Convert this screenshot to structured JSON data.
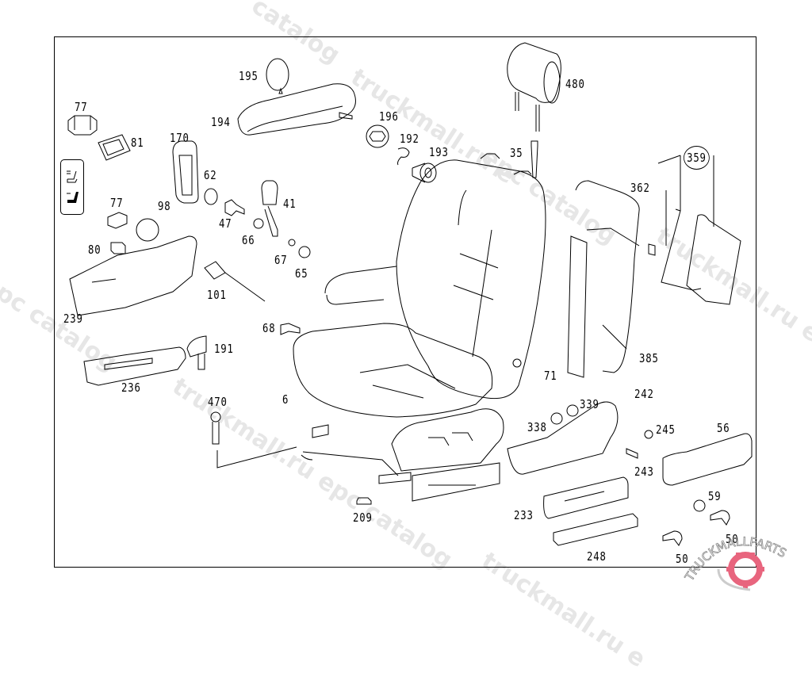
{
  "diagram": {
    "title": "Seat assembly exploded parts diagram",
    "callouts": [
      {
        "id": "77a",
        "label": "77"
      },
      {
        "id": "81",
        "label": "81"
      },
      {
        "id": "170",
        "label": "170"
      },
      {
        "id": "195",
        "label": "195"
      },
      {
        "id": "194",
        "label": "194"
      },
      {
        "id": "196",
        "label": "196"
      },
      {
        "id": "192",
        "label": "192"
      },
      {
        "id": "193",
        "label": "193"
      },
      {
        "id": "480",
        "label": "480"
      },
      {
        "id": "35",
        "label": "35"
      },
      {
        "id": "359",
        "label": "359"
      },
      {
        "id": "362",
        "label": "362"
      },
      {
        "id": "62",
        "label": "62"
      },
      {
        "id": "77b",
        "label": "77"
      },
      {
        "id": "98",
        "label": "98"
      },
      {
        "id": "47",
        "label": "47"
      },
      {
        "id": "41",
        "label": "41"
      },
      {
        "id": "66",
        "label": "66"
      },
      {
        "id": "67",
        "label": "67"
      },
      {
        "id": "65",
        "label": "65"
      },
      {
        "id": "80",
        "label": "80"
      },
      {
        "id": "101",
        "label": "101"
      },
      {
        "id": "239",
        "label": "239"
      },
      {
        "id": "68",
        "label": "68"
      },
      {
        "id": "191",
        "label": "191"
      },
      {
        "id": "236",
        "label": "236"
      },
      {
        "id": "470",
        "label": "470"
      },
      {
        "id": "6",
        "label": "6"
      },
      {
        "id": "71",
        "label": "71"
      },
      {
        "id": "385",
        "label": "385"
      },
      {
        "id": "242",
        "label": "242"
      },
      {
        "id": "339",
        "label": "339"
      },
      {
        "id": "338",
        "label": "338"
      },
      {
        "id": "245",
        "label": "245"
      },
      {
        "id": "56",
        "label": "56"
      },
      {
        "id": "243",
        "label": "243"
      },
      {
        "id": "209",
        "label": "209"
      },
      {
        "id": "233",
        "label": "233"
      },
      {
        "id": "59",
        "label": "59"
      },
      {
        "id": "50a",
        "label": "50"
      },
      {
        "id": "50b",
        "label": "50"
      },
      {
        "id": "248",
        "label": "248"
      }
    ],
    "legend_icons": [
      "seat-heating-off-icon",
      "seat-heating-on-icon"
    ]
  },
  "watermarks": {
    "site": "truckmall.ru epc catalog",
    "site_short": "truckmall.ru e",
    "epc": "epc catalog",
    "catalog": "catalog",
    "brand": "TRUCKMALLPARTS"
  },
  "colors": {
    "line": "#000000",
    "watermark": "#e6e6e6",
    "brand": "#e8657e"
  }
}
